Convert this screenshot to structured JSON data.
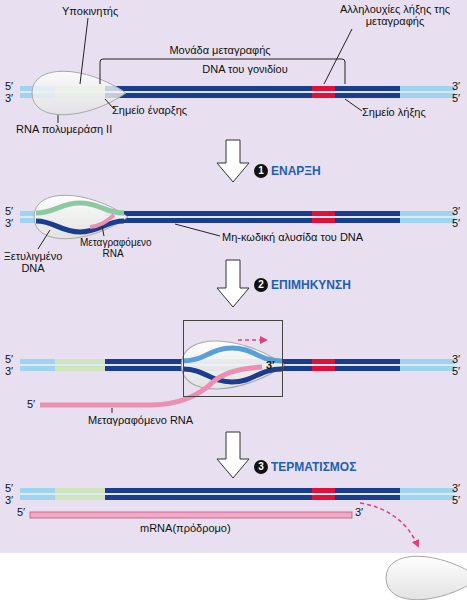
{
  "diagram": {
    "nodes": [
      {
        "text": [
          "3′"
        ]
      }
    ],
    "labels": [
      "Υποκινητής",
      "Αλληλουχίες λήξης της μεταγραφής",
      "Μονάδα μεταγραφής",
      "DNA του γονιδίου",
      "5′",
      "3′",
      "3′",
      "5′",
      "Σημείο έναρξης",
      "Σημείο λήξης",
      "RNA πολυμεράση II",
      "1",
      "ΕΝΑΡΞΗ",
      "5′",
      "3′",
      "3′",
      "5′",
      "Μεταγραφόμενο RNA",
      "Μη-κωδική αλυσίδα του DNA",
      "Ξετυλιγμένο DNA",
      "2",
      "ΕΠΙΜΗΚΥΝΣΗ",
      "5′",
      "3′",
      "3′",
      "5′",
      "5′",
      "Μεταγραφόμενο RNA",
      "3",
      "ΤΕΡΜΑΤΙΣΜΟΣ",
      "5′",
      "3′",
      "3′",
      "5′",
      "5′",
      "mRNA(πρόδρομο)",
      "3′"
    ]
  }
}
